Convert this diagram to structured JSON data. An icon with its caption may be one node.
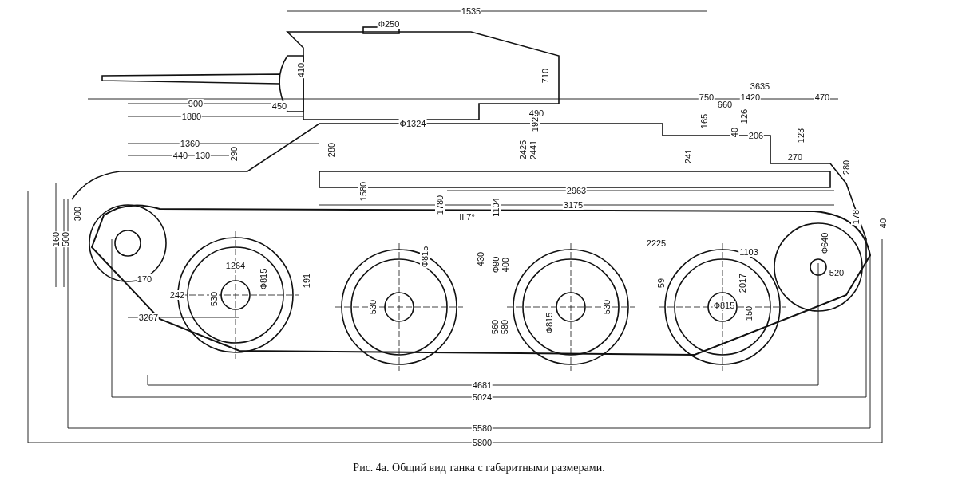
{
  "diagram": {
    "caption": "Рис. 4а. Общий вид танка с габаритными размерами.",
    "labels": [
      "1535",
      "Ф250",
      "410",
      "710",
      "3635",
      "750",
      "1420",
      "470",
      "900",
      "450",
      "660",
      "1880",
      "490",
      "165",
      "126",
      "Ф1324",
      "192",
      "40",
      "206",
      "123",
      "1360",
      "440",
      "130",
      "290",
      "280",
      "2425",
      "2441",
      "241",
      "270",
      "280",
      "1580",
      "2963",
      "1780",
      "1104",
      "3175",
      "II 7°",
      "178",
      "40",
      "160",
      "500",
      "300",
      "1264",
      "2225",
      "Ф640",
      "1103",
      "430",
      "Ф90",
      "400",
      "Ф815",
      "191",
      "520",
      "59",
      "2017",
      "530",
      "530",
      "Ф815",
      "530",
      "170",
      "242",
      "Ф815",
      "560",
      "580",
      "Ф815",
      "150",
      "3267",
      "4681",
      "5024",
      "5580",
      "5800"
    ]
  }
}
